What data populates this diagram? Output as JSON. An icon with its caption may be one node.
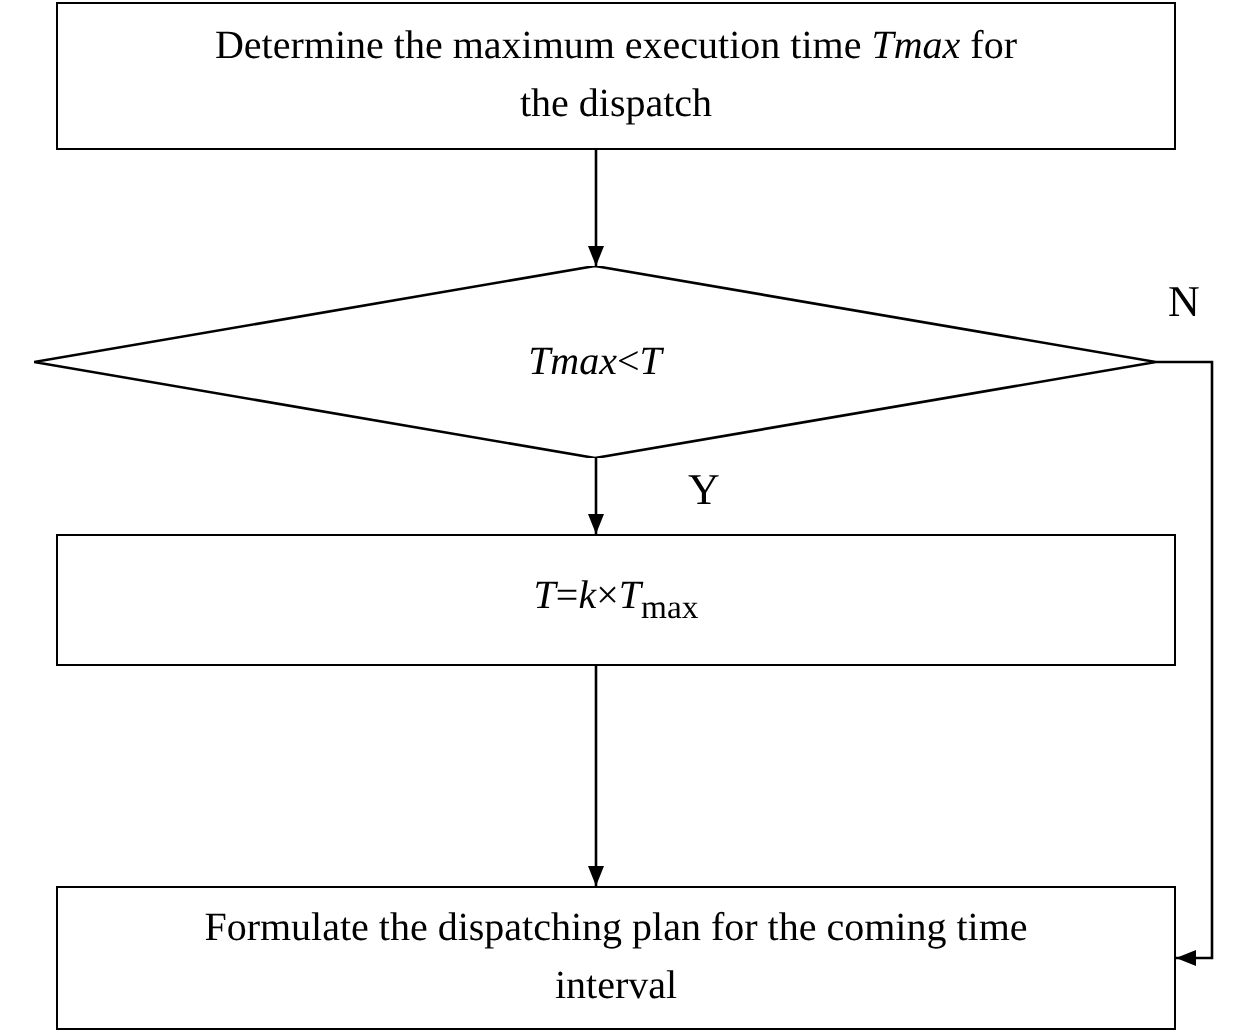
{
  "diagram": {
    "nodes": [
      {
        "text": [
          "Determine the maximum execution time *Tmax* for the dispatch"
        ]
      },
      {
        "text": [
          "*Tmax*<*T*"
        ]
      },
      {
        "text": [
          "*T*=*k*×*T*$_{max}$"
        ]
      },
      {
        "text": [
          "Formulate the dispatching plan for the coming time interval"
        ]
      }
    ],
    "edges": [
      {
        "from": 0,
        "to": 1,
        "arrow": "to"
      },
      {
        "from": 1,
        "to": 2,
        "arrow": "to",
        "label": "Y"
      },
      {
        "from": 2,
        "to": 3,
        "arrow": "to"
      },
      {
        "from": 1,
        "to": 3,
        "arrow": "to",
        "label": "N"
      }
    ]
  }
}
